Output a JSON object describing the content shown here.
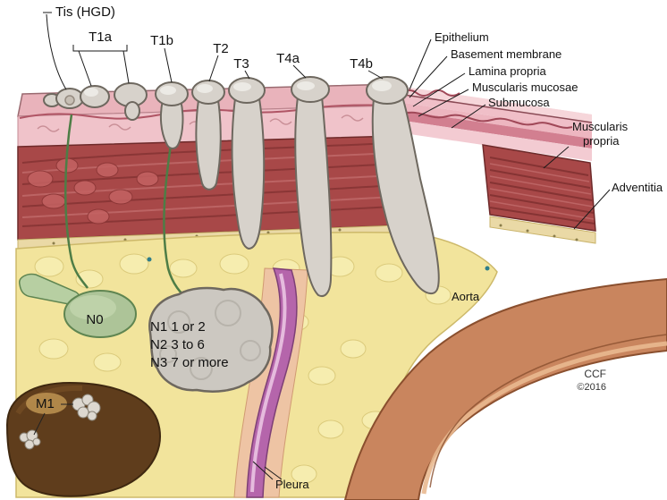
{
  "figure": {
    "type": "medical-illustration",
    "subject": "Esophageal cancer TNM staging diagram",
    "credit_line1": "CCF",
    "credit_line2": "©2016"
  },
  "t_labels": {
    "tis": "Tis (HGD)",
    "t1a": "T1a",
    "t1b": "T1b",
    "t2": "T2",
    "t3": "T3",
    "t4a": "T4a",
    "t4b": "T4b"
  },
  "layer_labels": {
    "epithelium": "Epithelium",
    "basement_membrane": "Basement membrane",
    "lamina_propria": "Lamina propria",
    "muscularis_mucosae": "Muscularis mucosae",
    "submucosa": "Submucosa",
    "muscularis_propria_line1": "Muscularis",
    "muscularis_propria_line2": "propria",
    "adventitia": "Adventitia"
  },
  "node_labels": {
    "n0": "N0",
    "n1": "N1 1 or 2",
    "n2": "N2 3 to 6",
    "n3": "N3 7 or more"
  },
  "other_labels": {
    "m1": "M1",
    "aorta": "Aorta",
    "pleura": "Pleura"
  },
  "colors": {
    "mucosa": "#f0c3ca",
    "muscle": "#a84848",
    "fat": "#f2e49c",
    "tumor": "#d7d2cb",
    "lymph_node": "#adc498",
    "node_cluster": "#ccc8c1",
    "liver": "#5f3d1c",
    "aorta": "#c9855e",
    "pleura": "#b565ab",
    "adventitia": "#ead9a6"
  }
}
